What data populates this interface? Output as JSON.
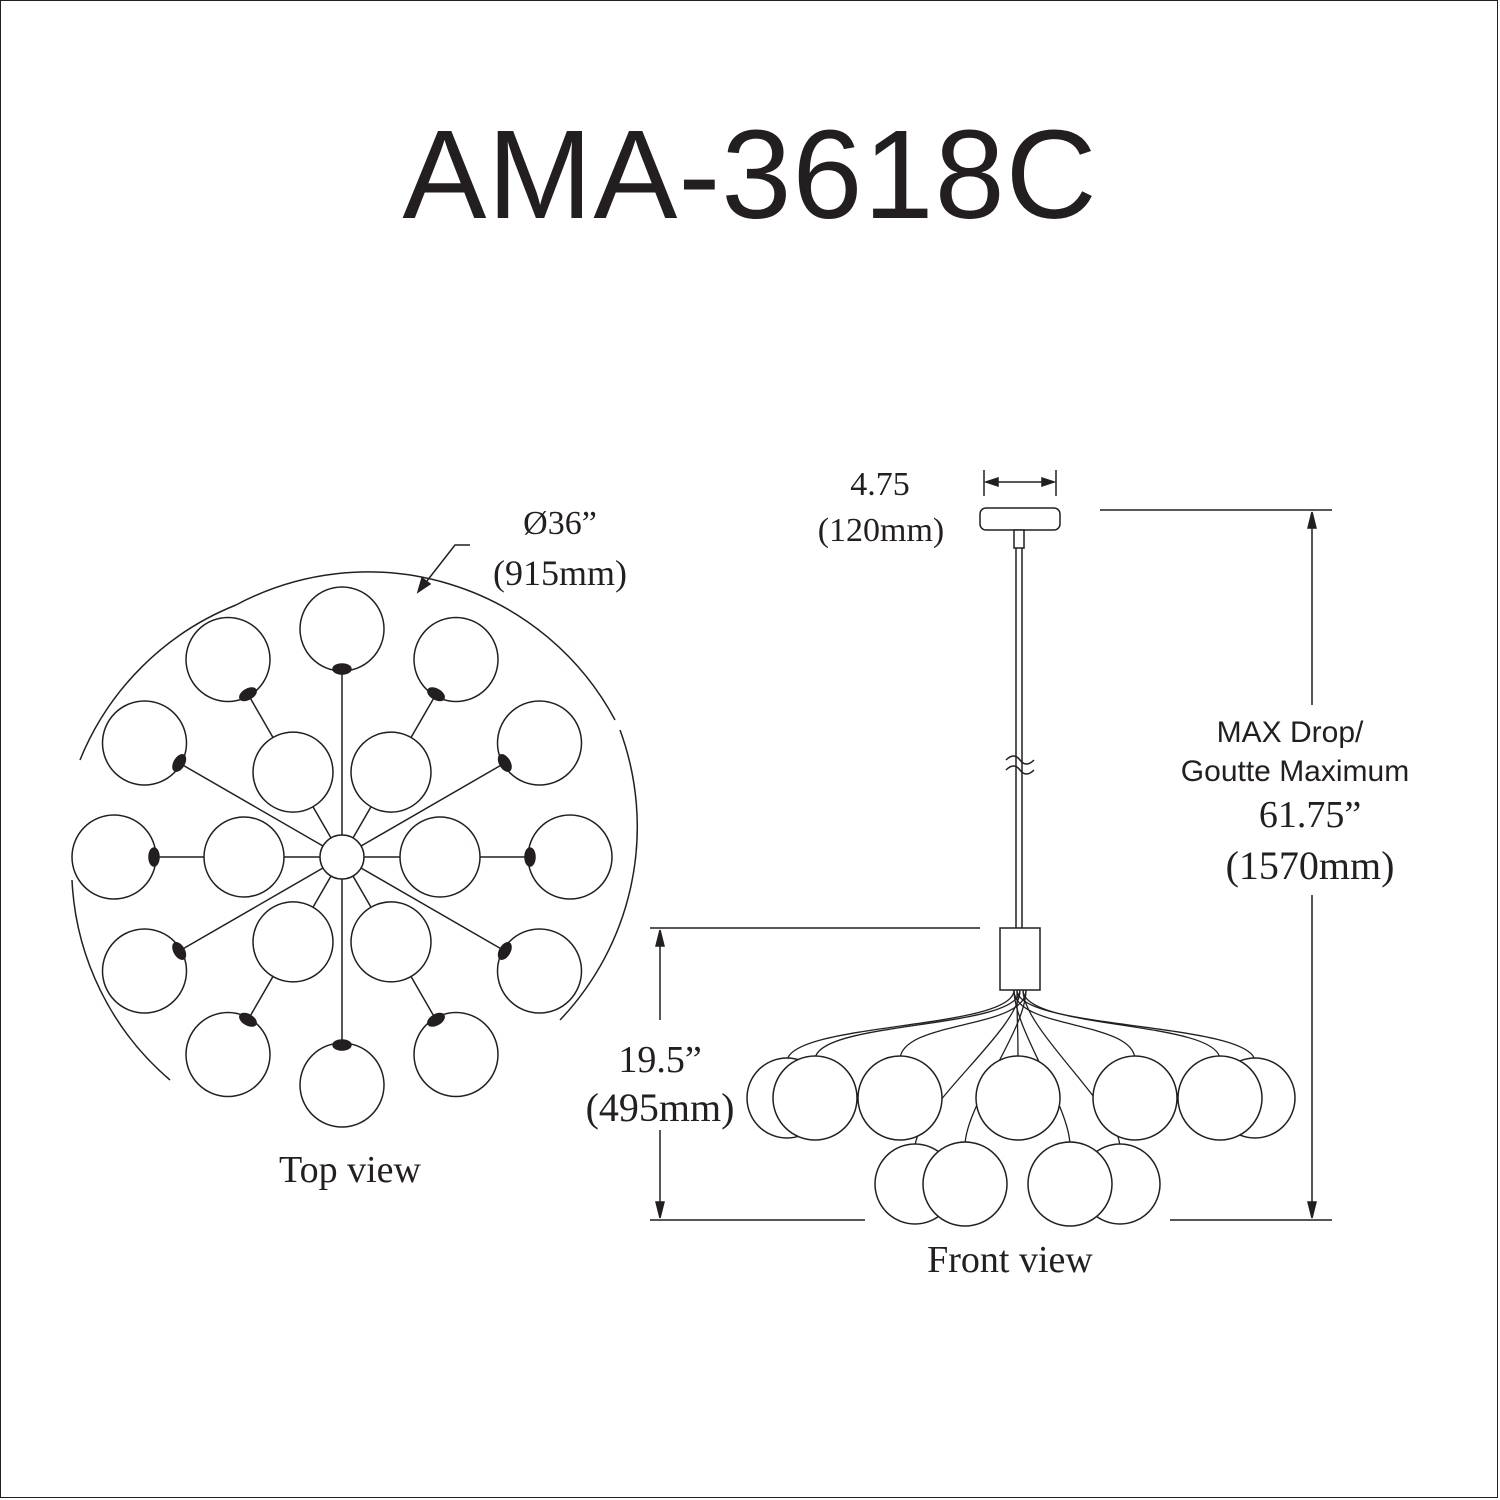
{
  "model_number": "AMA-3618C",
  "colors": {
    "line": "#231f20",
    "background": "#ffffff"
  },
  "top_view": {
    "label": "Top view",
    "diameter_in": "Ø36”",
    "diameter_mm": "(915mm)"
  },
  "front_view": {
    "label": "Front view",
    "canopy_width_in": "4.75",
    "canopy_width_mm": "(120mm)",
    "fixture_height_in": "19.5”",
    "fixture_height_mm": "(495mm)",
    "max_drop_line1": "MAX Drop/",
    "max_drop_line2": "Goutte Maximum",
    "max_drop_in": "61.75”",
    "max_drop_mm": "(1570mm)"
  }
}
